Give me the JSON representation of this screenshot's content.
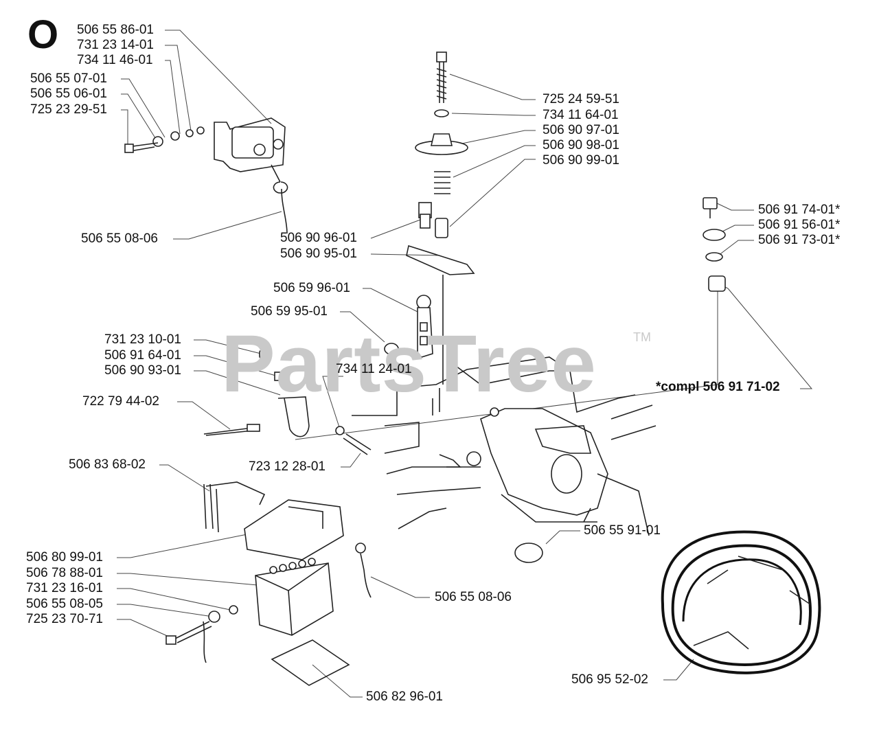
{
  "section_letter": "O",
  "watermark": {
    "text": "PartsTree",
    "tm": "TM"
  },
  "parts": {
    "p506558601": "506 55 86-01",
    "p731231401": "731 23 14-01",
    "p734114601": "734 11 46-01",
    "p506550701": "506 55 07-01",
    "p506550601": "506 55 06-01",
    "p725232951": "725 23 29-51",
    "p506550806a": "506 55 08-06",
    "p725245951": "725 24 59-51",
    "p734116401": "734 11 64-01",
    "p506909701": "506 90 97-01",
    "p506909801": "506 90 98-01",
    "p506909901": "506 90 99-01",
    "p506909601": "506 90 96-01",
    "p506909501": "506 90 95-01",
    "p506917401": "506 91 74-01*",
    "p506915601": "506 91 56-01*",
    "p506917301": "506 91 73-01*",
    "p506599601": "506 59 96-01",
    "p506599501": "506 59 95-01",
    "p731231001": "731 23 10-01",
    "p506916401": "506 91 64-01",
    "p506909301": "506 90 93-01",
    "p734112401": "734 11 24-01",
    "compl": "*compl 506 91 71-02",
    "p722794402": "722 79 44-02",
    "p723122801": "723 12 28-01",
    "p506836802": "506 83 68-02",
    "p506559101": "506 55 91-01",
    "p506809901": "506 80 99-01",
    "p506788801": "506 78 88-01",
    "p731231601": "731 23 16-01",
    "p506550805": "506 55 08-05",
    "p725237071": "725 23 70-71",
    "p506550806b": "506 55 08-06",
    "p506829601": "506 82 96-01",
    "p506955202": "506 95 52-02"
  }
}
